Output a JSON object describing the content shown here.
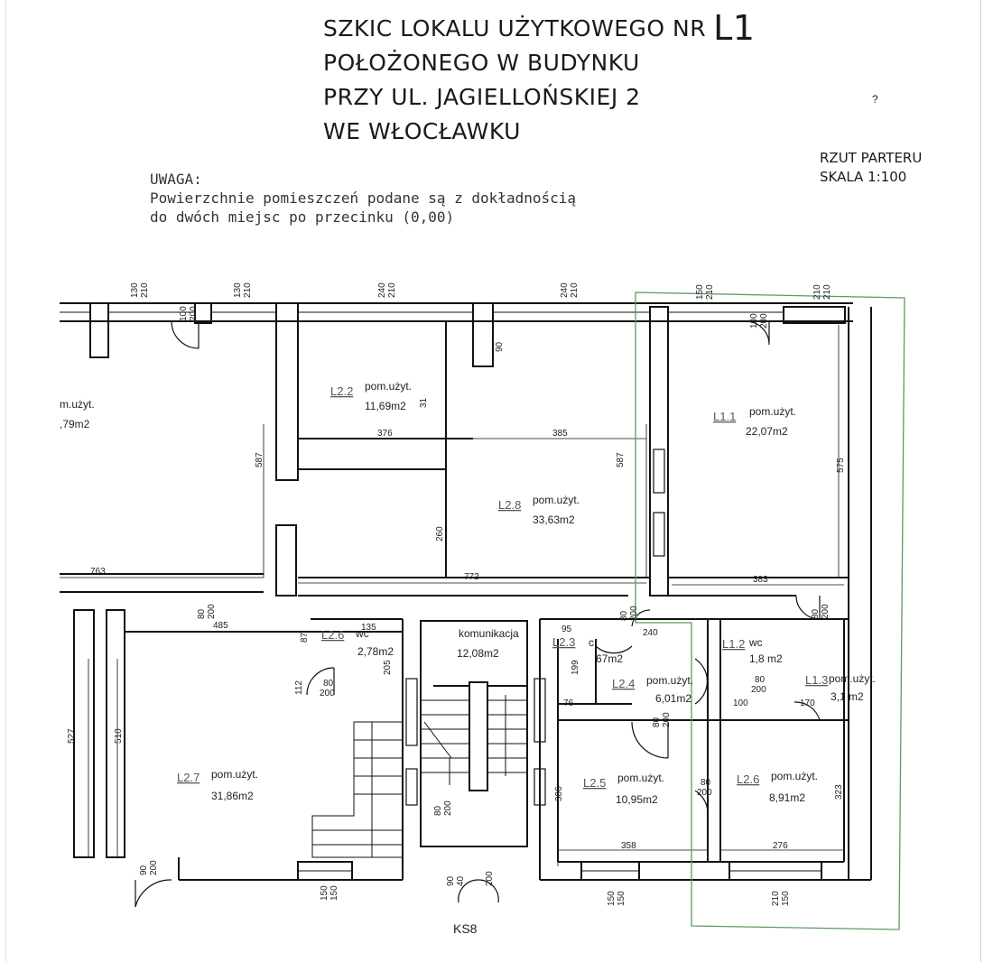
{
  "title": {
    "line1": "SZKIC LOKALU UŻYTKOWEGO NR",
    "unit": "L1",
    "line2": "POŁOŻONEGO W BUDYNKU",
    "line3": "PRZY UL. JAGIELLOŃSKIEJ 2",
    "line4": "WE WŁOCŁAWKU"
  },
  "scale": {
    "line1": "RZUT PARTERU",
    "line2": "SKALA 1:100"
  },
  "note": {
    "heading": "UWAGA:",
    "line1": "Powierzchnie pomieszczeń podane są z dokładnością",
    "line2": "do dwóch miejsc po przecinku (0,00)"
  },
  "rooms": {
    "l22": {
      "id": "L2.2",
      "label": "pom.użyt.",
      "area": "11,69m2"
    },
    "l11": {
      "id": "L1.1",
      "label": "pom.użyt.",
      "area": "22,07m2"
    },
    "l28": {
      "id": "L2.8",
      "label": "pom.użyt.",
      "area": "33,63m2"
    },
    "left": {
      "label": "m.użyt.",
      "area": ",79m2"
    },
    "l26wc": {
      "id": "L2.6",
      "label": "wc",
      "area": "2,78m2"
    },
    "kom": {
      "label": "komunikacja",
      "area": "12,08m2"
    },
    "l23": {
      "id": "L2.3",
      "label": "c",
      "area": "67m2"
    },
    "l24": {
      "id": "L2.4",
      "label": "pom.użyt.",
      "area": "6,01m2"
    },
    "l12": {
      "id": "L1.2",
      "label": "wc",
      "area": "1,8 m2"
    },
    "l13": {
      "id": "L1.3",
      "label": "pom.użyt.",
      "area": "3,1 m2"
    },
    "l27": {
      "id": "L2.7",
      "label": "pom.użyt.",
      "area": "31,86m2"
    },
    "l25": {
      "id": "L2.5",
      "label": "pom.użyt.",
      "area": "10,95m2"
    },
    "l26": {
      "id": "L2.6",
      "label": "pom.użyt.",
      "area": "8,91m2"
    }
  },
  "dims": {
    "d130a": "130",
    "d210a": "210",
    "d100a": "100",
    "d200a": "200",
    "d130b": "130",
    "d210b": "210",
    "d240a": "240",
    "d210c": "210",
    "d240b": "240",
    "d210d": "210",
    "d150": "150",
    "d210e": "210",
    "d100b": "100",
    "d200b": "200",
    "d210f": "210",
    "d210g": "210",
    "d90": "90",
    "d31": "31",
    "d376": "376",
    "d385": "385",
    "d587a": "587",
    "d587b": "587",
    "d575": "575",
    "d260": "260",
    "d763": "763",
    "d772": "772",
    "d383": "383",
    "d80a": "80",
    "d200c": "200",
    "d485": "485",
    "d135": "135",
    "d87": "87",
    "d205": "205",
    "d80b": "80",
    "d200d": "200",
    "d112": "112",
    "d95": "95",
    "d240c": "240",
    "d199": "199",
    "d76": "76",
    "d80c": "80",
    "d200e": "200",
    "d80d": "80",
    "d200f": "200",
    "d80e": "80",
    "d200g": "200",
    "d100c": "100",
    "d170": "170",
    "d80f": "80",
    "d200h": "200",
    "d80g": "80",
    "d200i": "200",
    "d527": "527",
    "d510": "510",
    "d306": "306",
    "d323": "323",
    "d358": "358",
    "d276": "276",
    "d80h": "80",
    "d200j": "200",
    "d90b": "90",
    "d200k": "200",
    "d150a": "150",
    "d150b": "150",
    "d90c": "90",
    "d40": "40",
    "d200l": "200",
    "d150c": "150",
    "d150d": "150",
    "d210h": "210",
    "d150e": "150"
  },
  "marks": {
    "kss": "KS8",
    "corner": "?"
  },
  "colors": {
    "line": "#111111",
    "outline": "#5f9a62",
    "paper": "#ffffff"
  }
}
